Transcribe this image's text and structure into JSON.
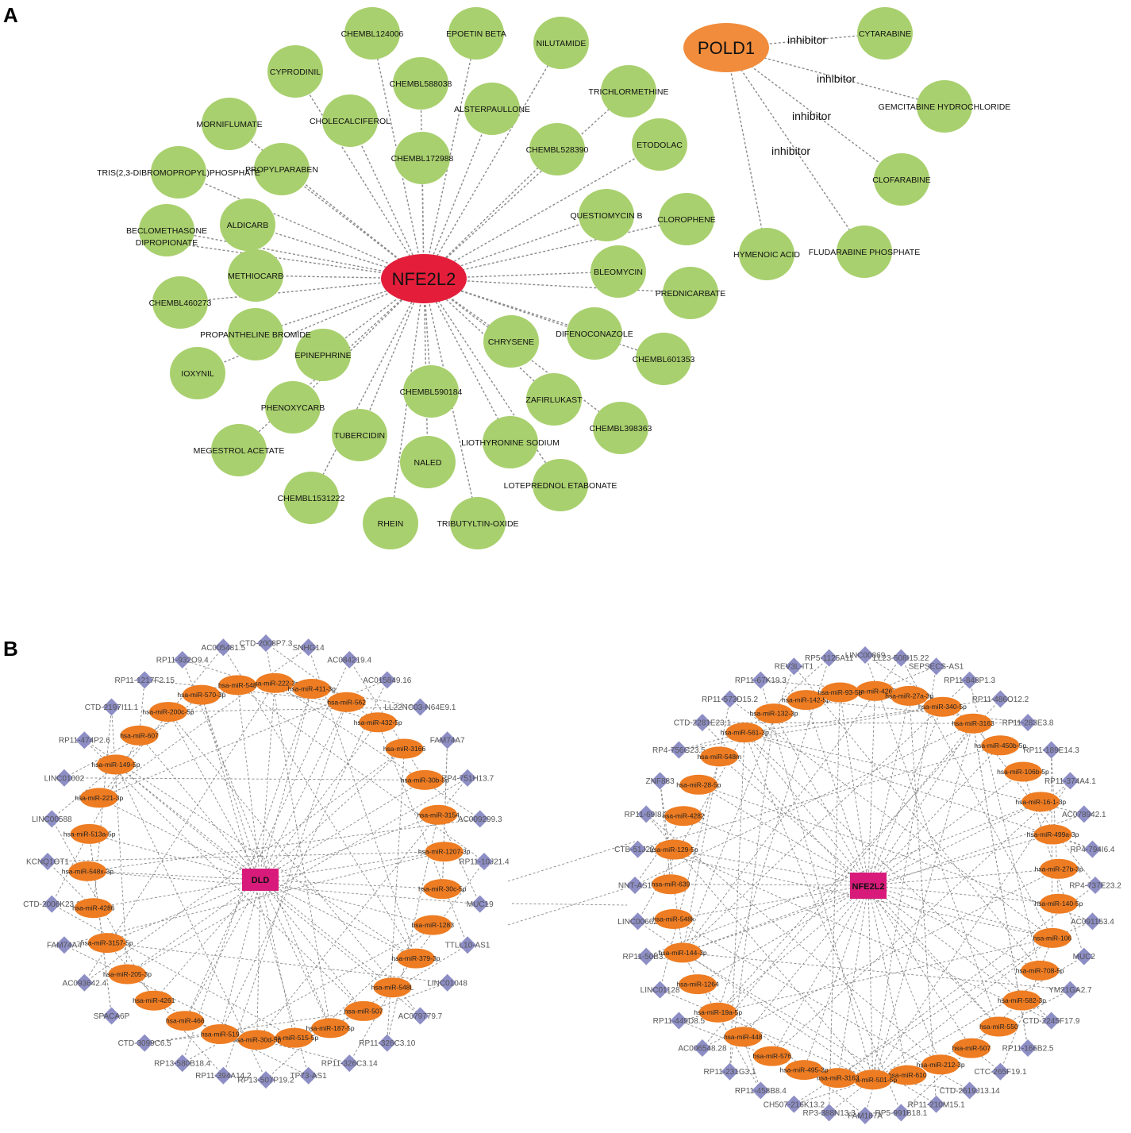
{
  "colors": {
    "drug_node": "#a9d06e",
    "gene_nfe2l2": "#e41e3a",
    "gene_pold1": "#f08c3c",
    "mirna_node": "#ee7c22",
    "lncrna_node": "#8e8ec6",
    "hub_node": "#d81b7a",
    "edge": "#8a8a8a"
  },
  "panels": {
    "a": "A",
    "b": "B"
  },
  "panelA": {
    "nfe2l2": "NFE2L2",
    "pold1": "POLD1",
    "drugs": [
      "CHEMBL124006",
      "EPOETIN BETA",
      "NILUTAMIDE",
      "CYPRODINIL",
      "CHEMBL588038",
      "ALSTERPAULLONE",
      "TRICHLORMETHINE",
      "MORNIFLUMATE",
      "CHOLECALCIFEROL",
      "CHEMBL172988",
      "CHEMBL528390",
      "ETODOLAC",
      "PROPYLPARABEN",
      "TRIS(2,3-DIBROMOPROPYL)PHOSPHATE",
      "ALDICARB",
      "QUESTIOMYCIN B",
      "CLOROPHENE",
      "BECLOMETHASONE",
      "DIPROPIONATE",
      "METHIOCARB",
      "BLEOMYCIN",
      "CHEMBL460273",
      "PREDNICARBATE",
      "PROPANTHELINE BROMIDE",
      "DIFENOCONAZOLE",
      "CHRYSENE",
      "EPINEPHRINE",
      "CHEMBL601353",
      "IOXYNIL",
      "CHEMBL590184",
      "ZAFIRLUKAST",
      "PHENOXYCARB",
      "CHEMBL398363",
      "TUBERCIDIN",
      "LIOTHYRONINE SODIUM",
      "MEGESTROL ACETATE",
      "NALED",
      "LOTEPREDNOL ETABONATE",
      "CHEMBL1531222",
      "RHEIN",
      "TRIBUTYLTIN-OXIDE"
    ],
    "pold1_drugs": [
      "CYTARABINE",
      "GEMCITABINE HYDROCHLORIDE",
      "CLOFARABINE",
      "FLUDARABINE PHOSPHATE",
      "HYMENOIC ACID"
    ],
    "edge_label": "inhibitor"
  },
  "panelB": {
    "hub_dld": "DLD",
    "hub_nfe2l2": "NFE2L2",
    "dld_mirnas": [
      "hsa-miR-222-3p",
      "hsa-miR-411-3p",
      "hsa-miR-562",
      "hsa-miR-432-5p",
      "hsa-miR-3166",
      "hsa-miR-30b-5p",
      "hsa-miR-3154",
      "hsa-miR-1207-3p",
      "hsa-miR-30c-5p",
      "hsa-miR-1283",
      "hsa-miR-379-3p",
      "hsa-miR-548L",
      "hsa-miR-507",
      "hsa-miR-187-5p",
      "hsa-miR-515-5p",
      "hsa-miR-30d-5p",
      "hsa-miR-519",
      "hsa-miR-466",
      "hsa-miR-4261",
      "hsa-miR-205-3p",
      "hsa-miR-3157-5p",
      "hsa-miR-4286",
      "hsa-miR-548x-3p",
      "hsa-miR-513a-5p",
      "hsa-miR-221-3p",
      "hsa-miR-149-5p",
      "hsa-miR-607",
      "hsa-miR-200c-5p",
      "hsa-miR-570-3p",
      "hsa-miR-548"
    ],
    "dld_lncs": [
      "CTD-2008P7.3",
      "SNHG14",
      "AC084219.4",
      "AC015849.16",
      "LL22NC03-N64E9.1",
      "FAM74A7",
      "RP4-751H13.7",
      "AC009299.3",
      "RP11-10J21.4",
      "MUC19",
      "TTLL10-AS1",
      "LINC01048",
      "AC079779.7",
      "RP11-326C3.10",
      "RP11-326C3.14",
      "TP73-AS1",
      "RP13-507P19.2",
      "RP11-394A14.2",
      "RP13-580B18.4",
      "CTD-3099C6.5",
      "SPACA6P",
      "AC093642.4",
      "FAM74A4",
      "CTD-2006K23.1",
      "KCNQ1OT1",
      "LINC00588",
      "LINC01002",
      "RP11-474P2.6",
      "CTD-2197I11.1",
      "RP11-1217F2.15",
      "RP11-932O9.4",
      "AC005481.5"
    ],
    "nfe2l2_mirnas": [
      "hsa-miR-4267",
      "hsa-miR-27a-3p",
      "hsa-miR-340-5p",
      "hsa-miR-3163",
      "hsa-miR-450b-5p",
      "hsa-miR-106b-5p",
      "hsa-miR-16-1-3p",
      "hsa-miR-499a-3p",
      "hsa-miR-27b-3p",
      "hsa-miR-140-5p",
      "hsa-miR-106",
      "hsa-miR-708-5p",
      "hsa-miR-582-3p",
      "hsa-miR-550",
      "hsa-miR-507",
      "hsa-miR-212-3p",
      "hsa-miR-610",
      "hsa-miR-501-5p",
      "hsa-miR-3163",
      "hsa-miR-495-3p",
      "hsa-miR-576",
      "hsa-miR-448",
      "hsa-miR-19a-5p",
      "hsa-miR-1264",
      "hsa-miR-144-3p",
      "hsa-miR-548k",
      "hsa-miR-639",
      "hsa-miR-129-5p",
      "hsa-miR-4282",
      "hsa-miR-28-5p",
      "hsa-miR-548m",
      "hsa-miR-561-3p",
      "hsa-miR-132-3p",
      "hsa-miR-142-5p",
      "hsa-miR-93-5p"
    ],
    "nfe2l2_lncs": [
      "LINC00869",
      "LL23-508I15.22",
      "SEPSECS-AS1",
      "RP11-848P1.3",
      "RP11-486O12.2",
      "RP11-283E3.8",
      "RP11-189E14.3",
      "RP11-374A4.1",
      "AC078942.1",
      "RP4-794I6.4",
      "RP4-737E23.2",
      "AC091153.4",
      "MUC2",
      "YM21GA2.7",
      "CTD-2245F17.9",
      "RP11-166B2.5",
      "CTC-265F19.1",
      "CTD-2619J13.14",
      "RP11-210M15.1",
      "RP5-991B18.1",
      "FAM187A",
      "RP3-388N13.3",
      "CH507-216K13.2",
      "RP11-458B8.4",
      "RP11-231G3.1",
      "AC006548.28",
      "RP11-449D8.5",
      "LINC01128",
      "RP11-50B3.4",
      "LINC00662",
      "NNT-AS1",
      "CTB-51J22.1",
      "RP11-69I8.2",
      "ZNF883",
      "RP4-756G23.5",
      "CTD-2281E23.1",
      "RP11-573D15.2",
      "RP11-67K19.3",
      "REV3L-IT1",
      "RP5-1125A11"
    ]
  }
}
